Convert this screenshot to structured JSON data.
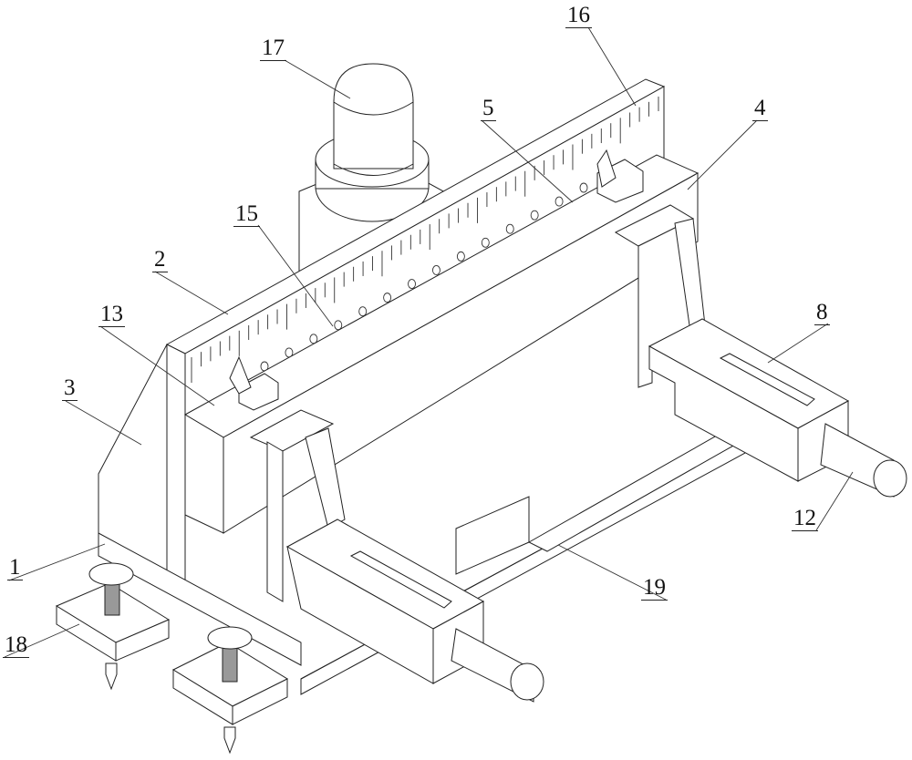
{
  "figure": {
    "type": "patent-isometric-line-drawing",
    "line_color": "#222222",
    "background": "#ffffff",
    "callouts": [
      {
        "id": "1",
        "label": "1"
      },
      {
        "id": "2",
        "label": "2"
      },
      {
        "id": "3",
        "label": "3"
      },
      {
        "id": "4",
        "label": "4"
      },
      {
        "id": "5",
        "label": "5"
      },
      {
        "id": "8",
        "label": "8"
      },
      {
        "id": "12",
        "label": "12"
      },
      {
        "id": "13",
        "label": "13"
      },
      {
        "id": "15",
        "label": "15"
      },
      {
        "id": "16",
        "label": "16"
      },
      {
        "id": "17",
        "label": "17"
      },
      {
        "id": "18",
        "label": "18"
      },
      {
        "id": "19",
        "label": "19"
      }
    ],
    "ruler_tick_count": 50,
    "ruler_hole_count": 14
  }
}
